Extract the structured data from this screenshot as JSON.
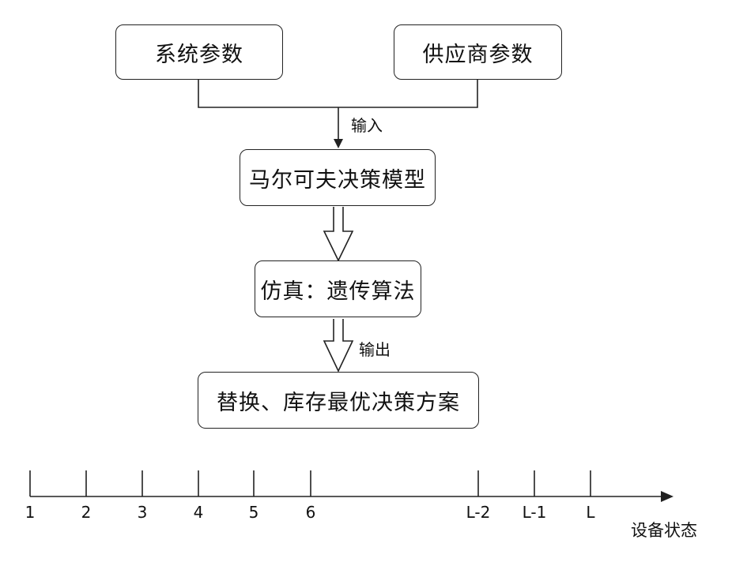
{
  "flow": {
    "system_params": "系统参数",
    "supplier_params": "供应商参数",
    "input_label": "输入",
    "markov_model": "马尔可夫决策模型",
    "simulation": "仿真：遗传算法",
    "output_label": "输出",
    "optimal_plan": "替换、库存最优决策方案"
  },
  "axis": {
    "ticks": [
      "1",
      "2",
      "3",
      "4",
      "5",
      "6",
      "L-2",
      "L-1",
      "L"
    ],
    "title": "设备状态"
  }
}
